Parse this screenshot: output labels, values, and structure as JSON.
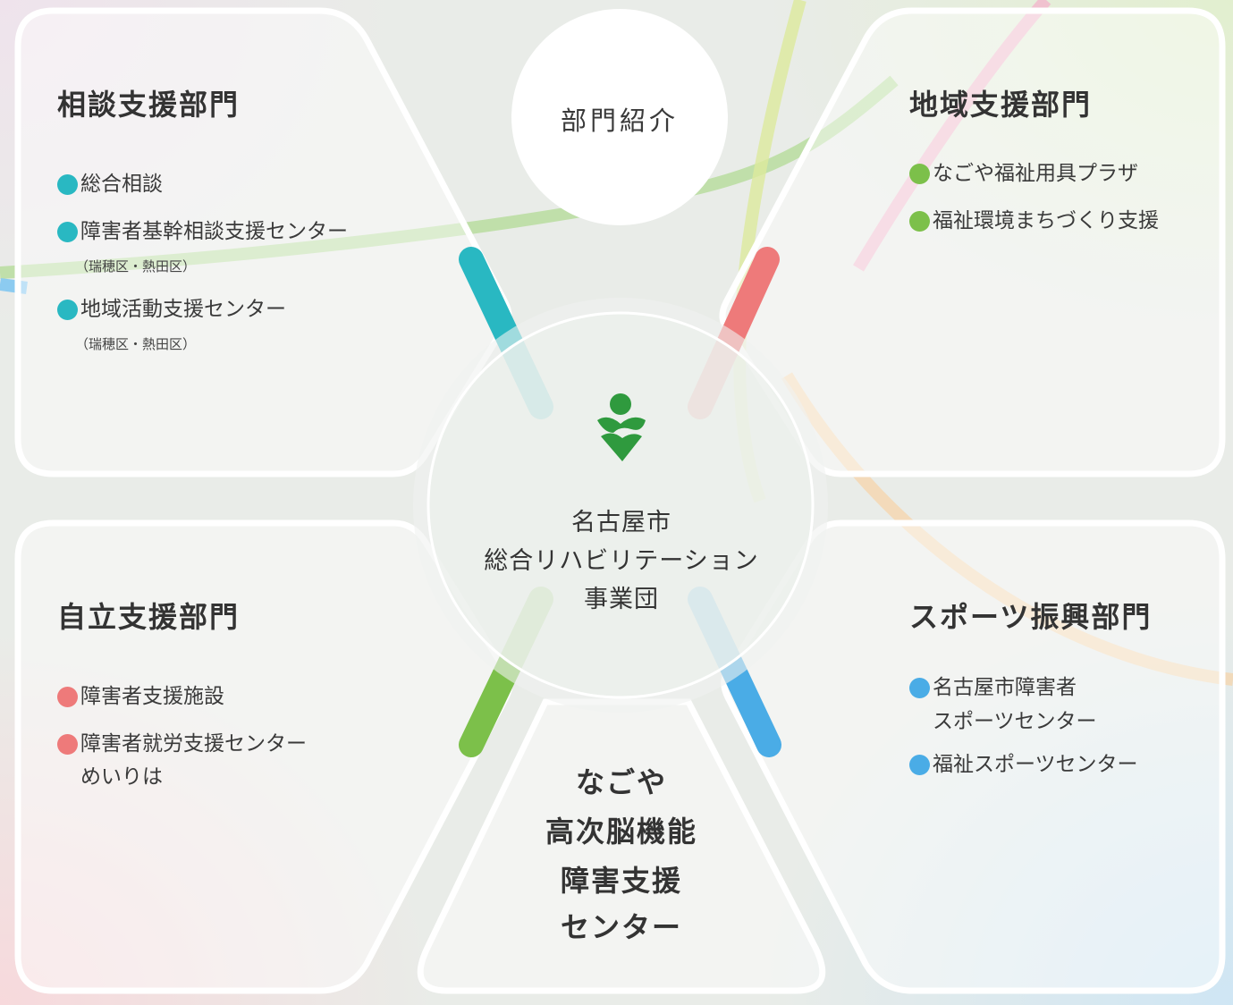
{
  "badge": {
    "label": "部門紹介"
  },
  "center": {
    "line1": "名古屋市",
    "line2": "総合リハビリテーション",
    "line3": "事業団"
  },
  "colors": {
    "teal": "#29b8c2",
    "coral": "#ee7a7a",
    "green": "#7cc04a",
    "blue": "#4aace6",
    "logo": "#2f9a3e"
  },
  "departments": {
    "consultation": {
      "title": "相談支援部門",
      "items": [
        {
          "label": "総合相談"
        },
        {
          "label": "障害者基幹相談支援センター",
          "note": "（瑞穂区・熱田区）"
        },
        {
          "label": "地域活動支援センター",
          "note": "（瑞穂区・熱田区）"
        }
      ]
    },
    "community": {
      "title": "地域支援部門",
      "items": [
        {
          "label": "なごや福祉用具プラザ"
        },
        {
          "label": "福祉環境まちづくり支援"
        }
      ]
    },
    "independence": {
      "title": "自立支援部門",
      "items": [
        {
          "label": "障害者支援施設"
        },
        {
          "label": "障害者就労支援センター",
          "label2": "めいりは"
        }
      ]
    },
    "sports": {
      "title": "スポーツ振興部門",
      "items": [
        {
          "label": "名古屋市障害者",
          "label2": "スポーツセンター"
        },
        {
          "label": "福祉スポーツセンター"
        }
      ]
    },
    "brain": {
      "line1": "なごや",
      "line2": "高次脳機能",
      "line3": "障害支援",
      "line4": "センター"
    }
  }
}
